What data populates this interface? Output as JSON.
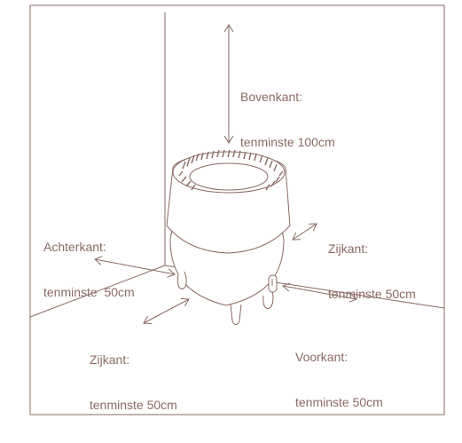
{
  "colors": {
    "line": "#8b6a63",
    "background": "#ffffff"
  },
  "icons": {
    "humidifier": "humidifier-icon",
    "arrow": "double-headed-arrow-icon"
  },
  "labels": {
    "top": {
      "title": "Bovenkant:",
      "requirement": "tenminste 100cm"
    },
    "back": {
      "title": "Achterkant:",
      "requirement": "tenminste  50cm"
    },
    "right_side": {
      "title": "Zijkant:",
      "requirement": "tenminste 50cm"
    },
    "left_side": {
      "title": "Zijkant:",
      "requirement": "tenminste 50cm"
    },
    "front": {
      "title": "Voorkant:",
      "requirement": "tenminste 50cm"
    }
  }
}
